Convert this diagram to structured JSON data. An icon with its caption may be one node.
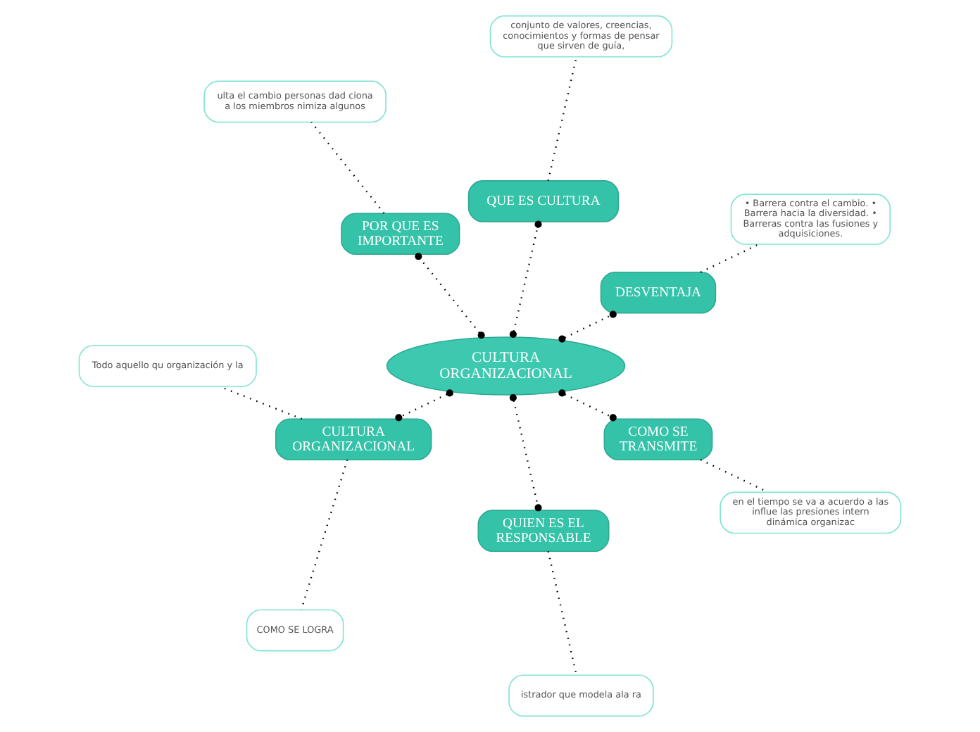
{
  "diagram": {
    "nodes": [
      {
        "text": [
          "CULTURA ORGANIZACIONAL"
        ]
      },
      {
        "text": [
          "DESVENTAJA"
        ]
      },
      {
        "text": [
          "• Barrera contra el cambio. • Barrera hacia la diversidad. • Barreras contra las fusiones y adquisiciones."
        ]
      },
      {
        "text": [
          "QUE ES CULTURA"
        ]
      },
      {
        "text": [
          "conjunto de valores, creencias, conocimientos y formas de pensar que sirven de guía,"
        ]
      },
      {
        "text": [
          "POR QUE ES IMPORTANTE"
        ]
      },
      {
        "text": [
          "ulta el cambio personas dad ciona a los miembros nimiza algunos"
        ]
      },
      {
        "text": [
          "CULTURA ORGANIZACIONAL"
        ]
      },
      {
        "text": [
          "Todo aquello qu organización y la"
        ]
      },
      {
        "text": [
          "COMO SE LOGRA"
        ]
      },
      {
        "text": [
          "QUIEN ES EL RESPONSABLE"
        ]
      },
      {
        "text": [
          "istrador que modela ala ra"
        ]
      },
      {
        "text": [
          "COMO SE TRANSMITE"
        ]
      },
      {
        "text": [
          "en el tiempo se va a acuerdo a las influe las presiones intern dinámica organizac"
        ]
      }
    ],
    "edges": [
      {
        "from": 0,
        "to": 1,
        "arrow": "other",
        "style": "dashed"
      },
      {
        "from": 1,
        "to": 2,
        "arrow": "none",
        "style": "dashed"
      },
      {
        "from": 0,
        "to": 3,
        "arrow": "other",
        "style": "dashed"
      },
      {
        "from": 3,
        "to": 4,
        "arrow": "none",
        "style": "dashed"
      },
      {
        "from": 0,
        "to": 5,
        "arrow": "other",
        "style": "dashed"
      },
      {
        "from": 5,
        "to": 6,
        "arrow": "none",
        "style": "dashed"
      },
      {
        "from": 0,
        "to": 7,
        "arrow": "other",
        "style": "dashed"
      },
      {
        "from": 7,
        "to": 8,
        "arrow": "none",
        "style": "dashed"
      },
      {
        "from": 7,
        "to": 9,
        "arrow": "none",
        "style": "dashed"
      },
      {
        "from": 0,
        "to": 10,
        "arrow": "other",
        "style": "dashed"
      },
      {
        "from": 10,
        "to": 11,
        "arrow": "none",
        "style": "dashed"
      },
      {
        "from": 0,
        "to": 12,
        "arrow": "other",
        "style": "dashed"
      },
      {
        "from": 12,
        "to": 13,
        "arrow": "none",
        "style": "dashed"
      }
    ]
  }
}
